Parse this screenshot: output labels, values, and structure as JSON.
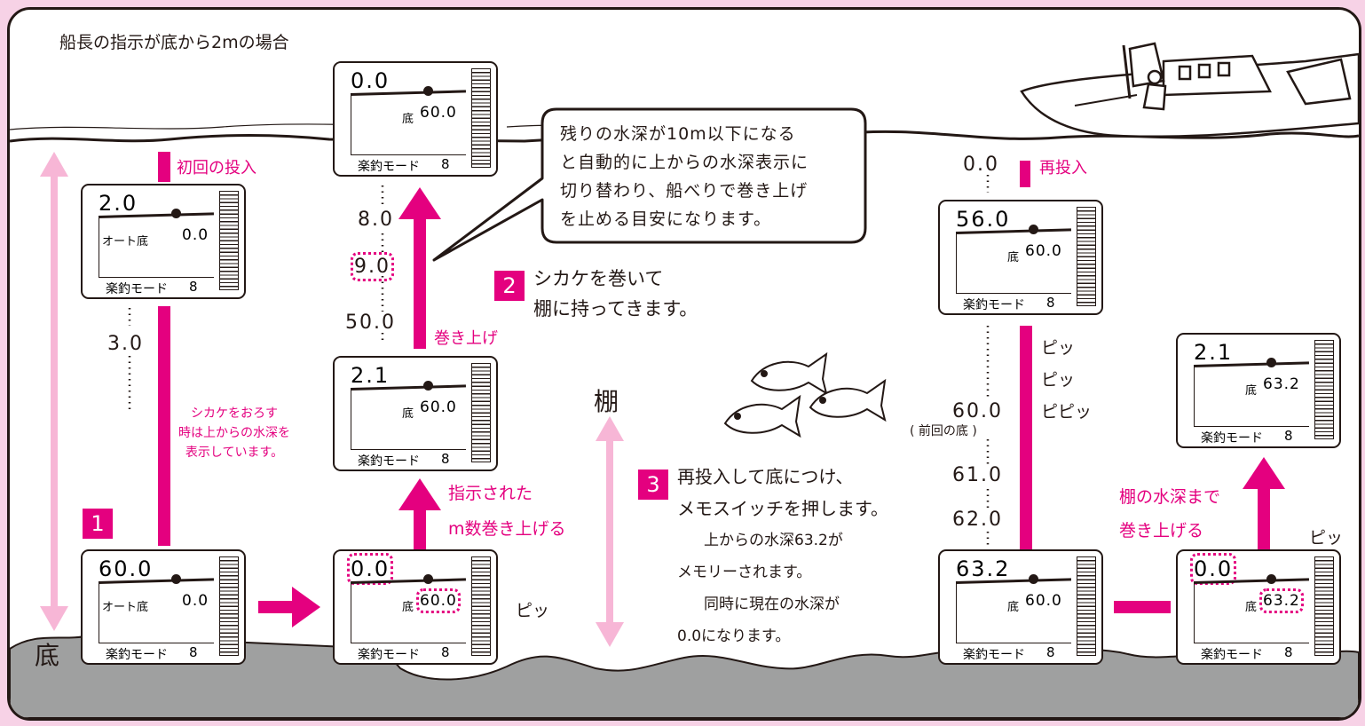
{
  "title": "船長の指示が底から2mの場合",
  "bottom_label": "底",
  "tana_label": "棚",
  "callout": [
    "残りの水深が10m以下になる",
    "と自動的に上からの水深表示に",
    "切り替わり、船べりで巻き上げ",
    "を止める目安になります。"
  ],
  "labels": {
    "first_drop": "初回の投入",
    "reel_up": "巻き上げ",
    "instructed_1": "指示された",
    "instructed_2": "m数巻き上げる",
    "redrop": "再投入",
    "reel_to_tana_1": "棚の水深まで",
    "reel_to_tana_2": "巻き上げる",
    "lowering_note": [
      "シカケをおろす",
      "時は上からの水深を",
      "表示しています。"
    ],
    "pip_1": "ピッ",
    "pip_2": "ピッ",
    "pip_3": "ピッ",
    "pipip": "ピピッ",
    "pip_4": "ピッ",
    "prev_bottom": "( 前回の底 )"
  },
  "steps": [
    {
      "number": "1",
      "text": []
    },
    {
      "number": "2",
      "text": [
        "シカケを巻いて",
        "棚に持ってきます。"
      ]
    },
    {
      "number": "3",
      "text": [
        "再投入して底につけ、",
        "メモスイッチを押します。",
        "上からの水深63.2が",
        "メモリーされます。",
        "同時に現在の水深が",
        "0.0になります。"
      ]
    }
  ],
  "depth_marks": {
    "col1": [
      "3.0"
    ],
    "col2": [
      "8.0",
      "9.0",
      "50.0"
    ],
    "col3": [
      "0.0",
      "60.0",
      "61.0",
      "62.0"
    ]
  },
  "devices": [
    {
      "top": "2.0",
      "sub_label": "オート底",
      "sub_value": "0.0",
      "mode": "楽釣モード",
      "mode_value": "8"
    },
    {
      "top": "60.0",
      "sub_label": "オート底",
      "sub_value": "0.0",
      "mode": "楽釣モード",
      "mode_value": "8"
    },
    {
      "top": "0.0",
      "sub_label": "底",
      "sub_value": "60.0",
      "mode": "楽釣モード",
      "mode_value": "8"
    },
    {
      "top": "2.1",
      "sub_label": "底",
      "sub_value": "60.0",
      "mode": "楽釣モード",
      "mode_value": "8"
    },
    {
      "top": "0.0",
      "sub_label": "底",
      "sub_value": "60.0",
      "mode": "楽釣モード",
      "mode_value": "8"
    },
    {
      "top": "56.0",
      "sub_label": "底",
      "sub_value": "60.0",
      "mode": "楽釣モード",
      "mode_value": "8"
    },
    {
      "top": "63.2",
      "sub_label": "底",
      "sub_value": "60.0",
      "mode": "楽釣モード",
      "mode_value": "8"
    },
    {
      "top": "2.1",
      "sub_label": "底",
      "sub_value": "63.2",
      "mode": "楽釣モード",
      "mode_value": "8"
    },
    {
      "top": "0.0",
      "sub_label": "底",
      "sub_value": "63.2",
      "mode": "楽釣モード",
      "mode_value": "8"
    }
  ],
  "colors": {
    "accent": "#e4007f",
    "light_accent": "#f7b6d6",
    "seabed": "#9fa0a0",
    "frame_bg": "#f7d2e6",
    "ink": "#231815"
  }
}
